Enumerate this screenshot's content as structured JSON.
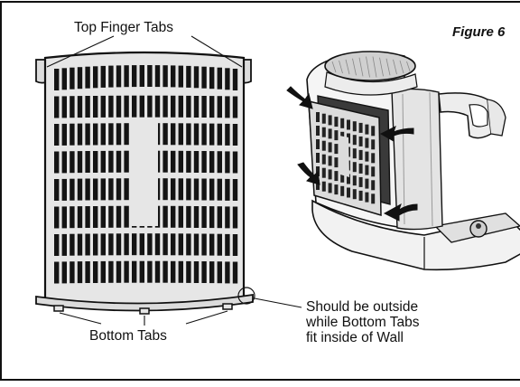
{
  "figure": {
    "label": "Figure 6"
  },
  "labels": {
    "top_tabs": "Top Finger Tabs",
    "bottom_tabs": "Bottom Tabs",
    "note_line1": "Should be outside",
    "note_line2": "while Bottom Tabs",
    "note_line3": "fit inside of Wall"
  },
  "colors": {
    "ink": "#111111",
    "paper": "#ffffff",
    "frame_fill": "#e6e6e6",
    "slot": "#141414"
  }
}
